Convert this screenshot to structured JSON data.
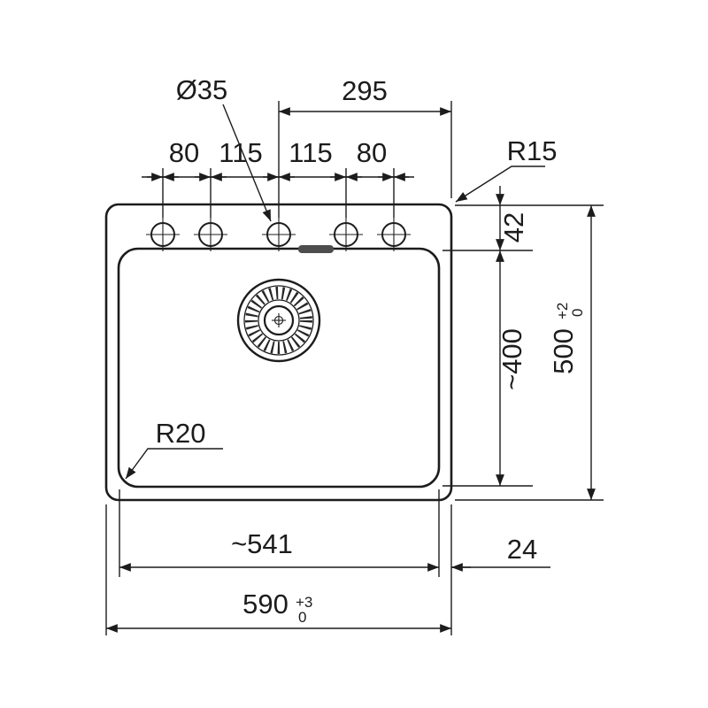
{
  "drawing": {
    "type": "technical-dimension-drawing",
    "subject": "sink-top-view",
    "labels": {
      "hole_diameter": "Ø35",
      "center_to_edge": "295",
      "hole_spacing_1": "80",
      "hole_spacing_2": "115",
      "hole_spacing_3": "115",
      "hole_spacing_4": "80",
      "outer_corner_radius": "R15",
      "rim_to_bowl": "42",
      "bowl_length": "~400",
      "overall_length": "500",
      "overall_length_tol_upper": "+2",
      "overall_length_tol_lower": "0",
      "inner_corner_radius": "R20",
      "bowl_width": "~541",
      "rim_offset": "24",
      "overall_width": "590",
      "overall_width_tol_upper": "+3",
      "overall_width_tol_lower": "0"
    },
    "colors": {
      "line": "#1c1c1c",
      "background": "#ffffff",
      "slot": "#4d4d4d"
    }
  }
}
